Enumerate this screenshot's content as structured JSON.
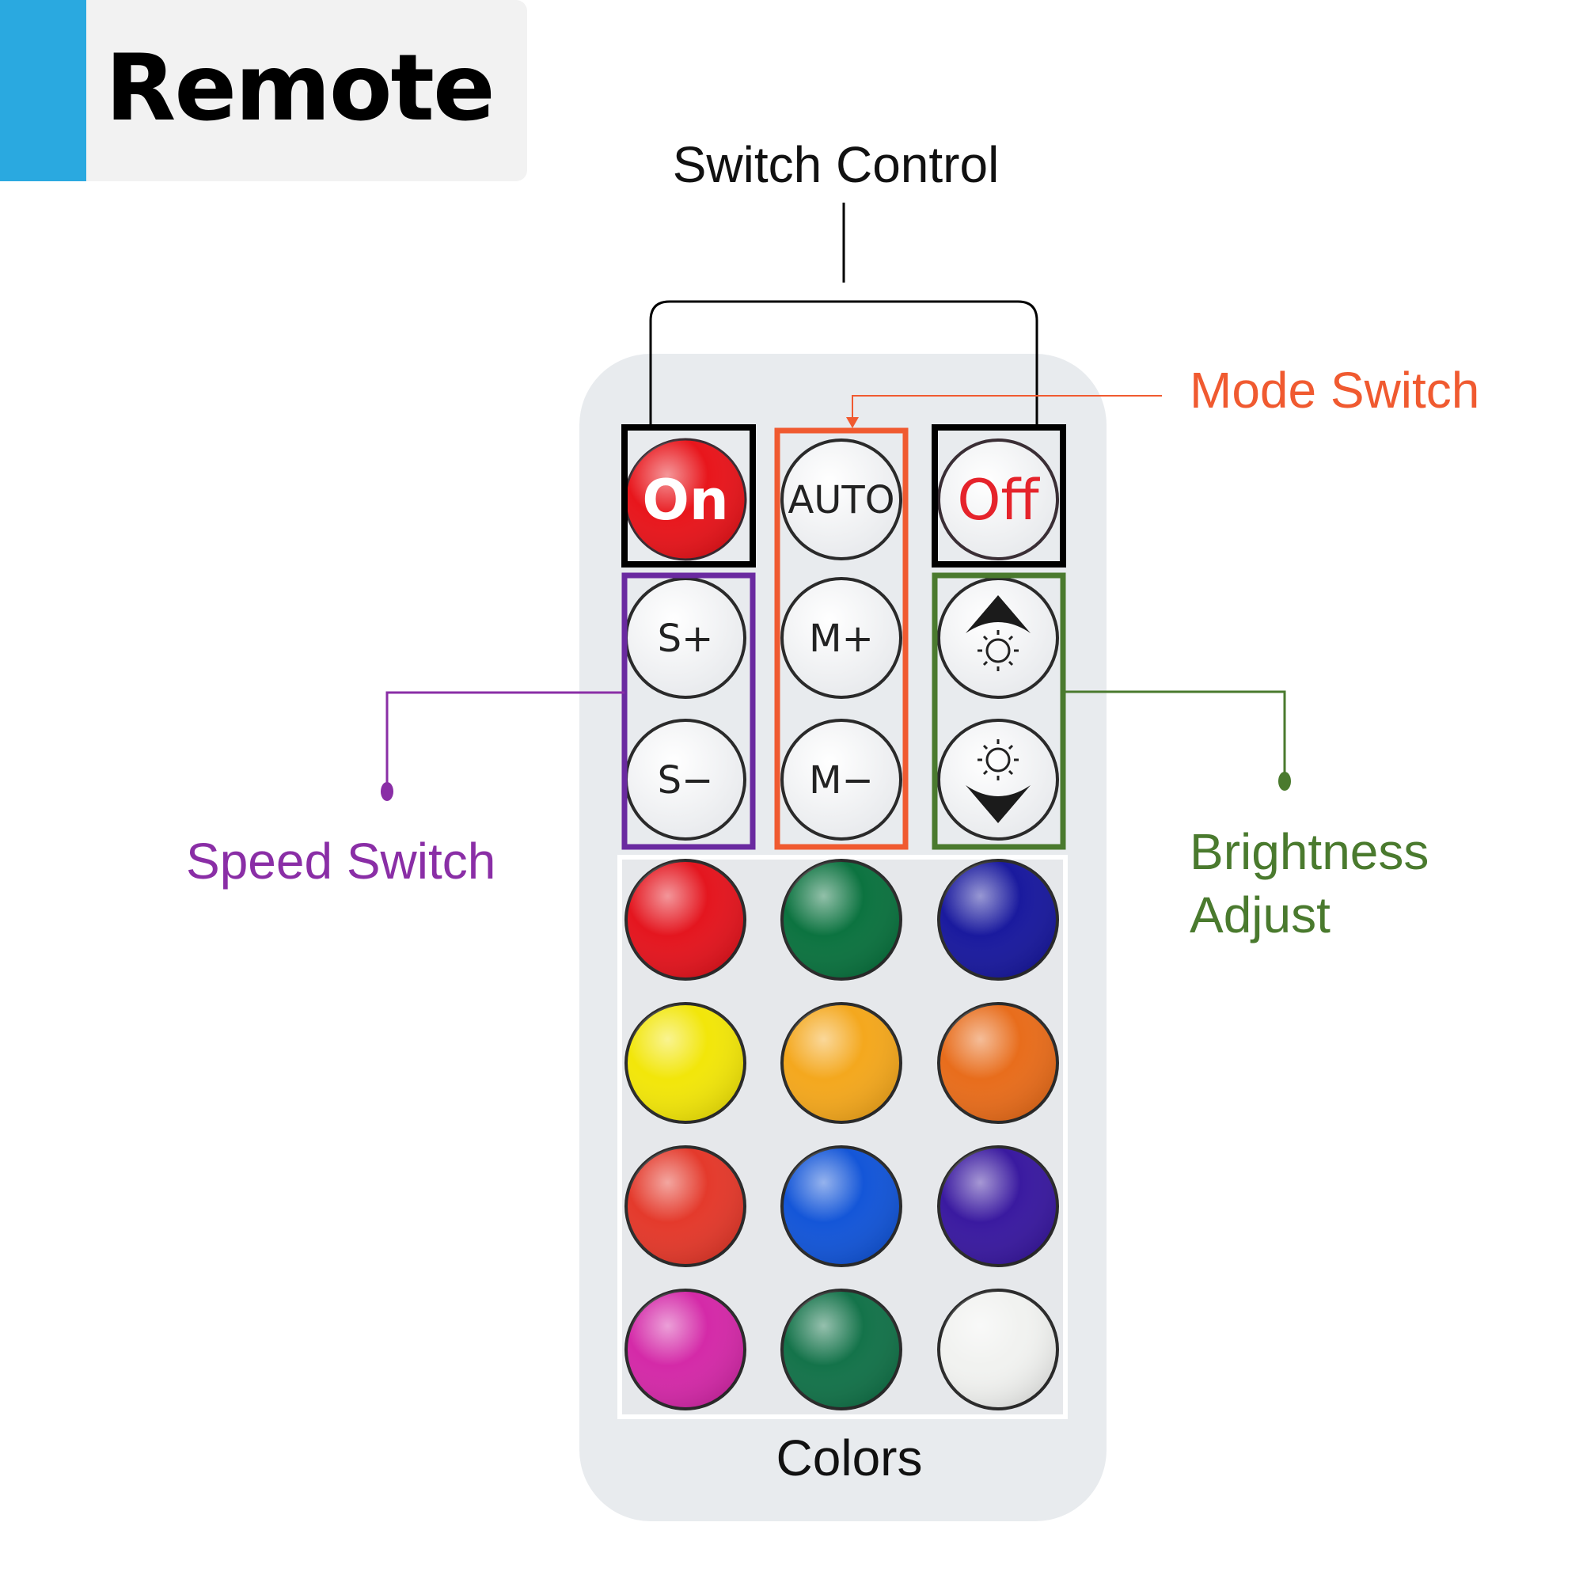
{
  "title": "Remote",
  "labels": {
    "switch_control": "Switch Control",
    "mode_switch": "Mode Switch",
    "speed_switch": "Speed Switch",
    "brightness_line1": "Brightness",
    "brightness_line2": "Adjust",
    "colors": "Colors"
  },
  "buttons": {
    "on": "On",
    "auto": "AUTO",
    "off": "Off",
    "speed_up": "S+",
    "speed_down": "S−",
    "mode_up": "M+",
    "mode_down": "M−",
    "brightness_up_icon": "sun-up-arrow-icon",
    "brightness_down_icon": "sun-down-arrow-icon"
  },
  "color_buttons": [
    [
      "#e4161f",
      "#0c7340",
      "#1a1a9e"
    ],
    [
      "#f2e60a",
      "#f4a81e",
      "#e86d1c"
    ],
    [
      "#e43a2c",
      "#1456d8",
      "#3a1aa0"
    ],
    [
      "#d42aa8",
      "#14734a",
      "#f1f2f0"
    ]
  ],
  "colors": {
    "title_accent": "#2aa9e0",
    "switch_control": "#000000",
    "mode_switch": "#f05a30",
    "speed_switch": "#8a2ea6",
    "brightness": "#4a7a2e",
    "remote_body": "#e8ebee"
  }
}
